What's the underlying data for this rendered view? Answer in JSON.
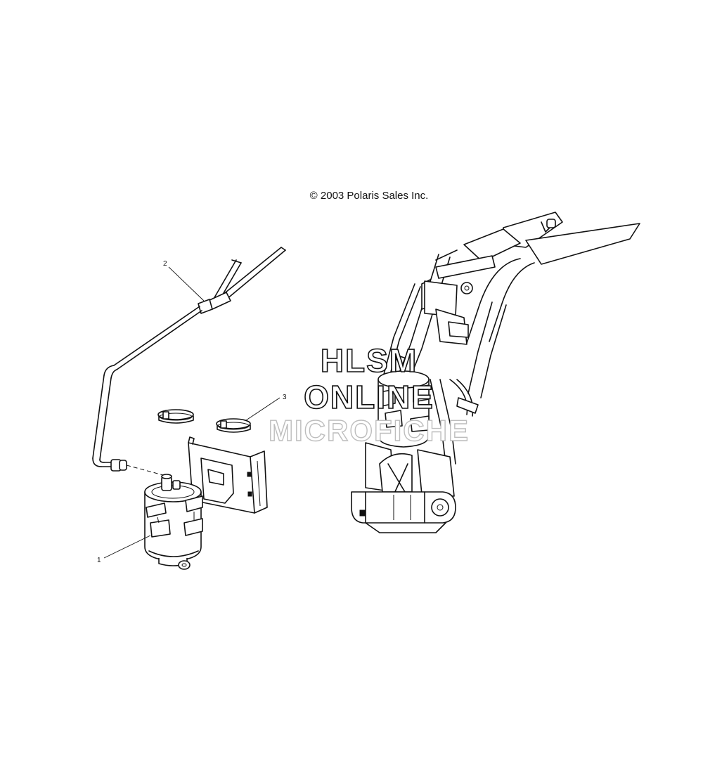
{
  "copyright": "© 2003 Polaris Sales Inc.",
  "watermark": {
    "line1": "HLSM",
    "line2": "ONLINE",
    "line3": "MICROFICHE"
  },
  "callouts": {
    "c1": "1",
    "c2": "2",
    "c3": "3"
  }
}
